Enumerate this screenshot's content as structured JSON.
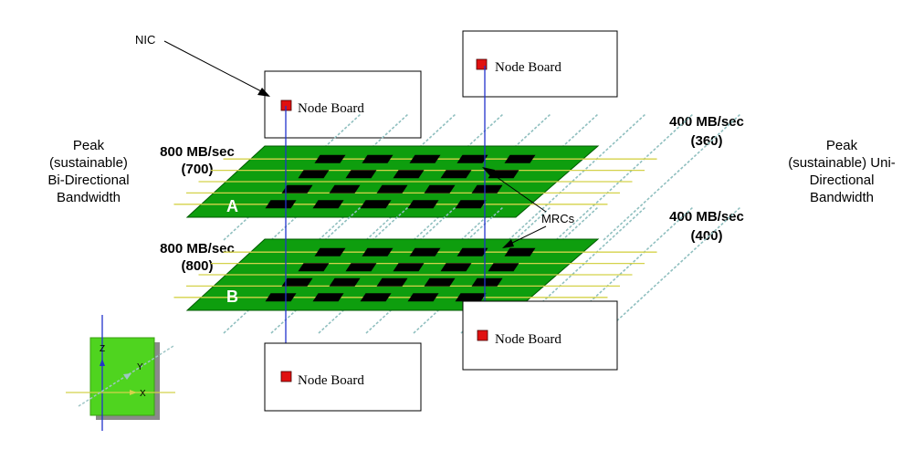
{
  "labels": {
    "nic": "NIC",
    "mrcs": "MRCs"
  },
  "left_side": {
    "line1": "Peak",
    "line2": "(sustainable)",
    "line3": "Bi-Directional",
    "line4": "Bandwidth"
  },
  "right_side": {
    "line1": "Peak",
    "line2": "(sustainable) Uni-",
    "line3": "Directional",
    "line4": "Bandwidth"
  },
  "bandwidth": {
    "plane_a_bi": "800 MB/sec",
    "plane_a_bi_sust": "(700)",
    "plane_b_bi": "800 MB/sec",
    "plane_b_bi_sust": "(800)",
    "upper_uni": "400 MB/sec",
    "upper_uni_sust": "(360)",
    "lower_uni": "400 MB/sec",
    "lower_uni_sust": "(400)"
  },
  "node_boards": {
    "top_left": "Node Board",
    "top_right": "Node Board",
    "bottom_right": "Node Board",
    "bottom_left": "Node Board"
  },
  "planes": {
    "a": "A",
    "b": "B"
  },
  "axes": {
    "z": "Z",
    "y": "Y",
    "x": "X"
  },
  "colors": {
    "plane_green": "#0e9e0e",
    "plane_edge": "#005a00",
    "chip_black": "#000000",
    "wire_yellow": "#d4d24a",
    "dashed_cyan": "#8fbfbf",
    "node_red": "#e01010",
    "vertical_blue": "#2233cc",
    "axis_green": "#4fd41f"
  }
}
